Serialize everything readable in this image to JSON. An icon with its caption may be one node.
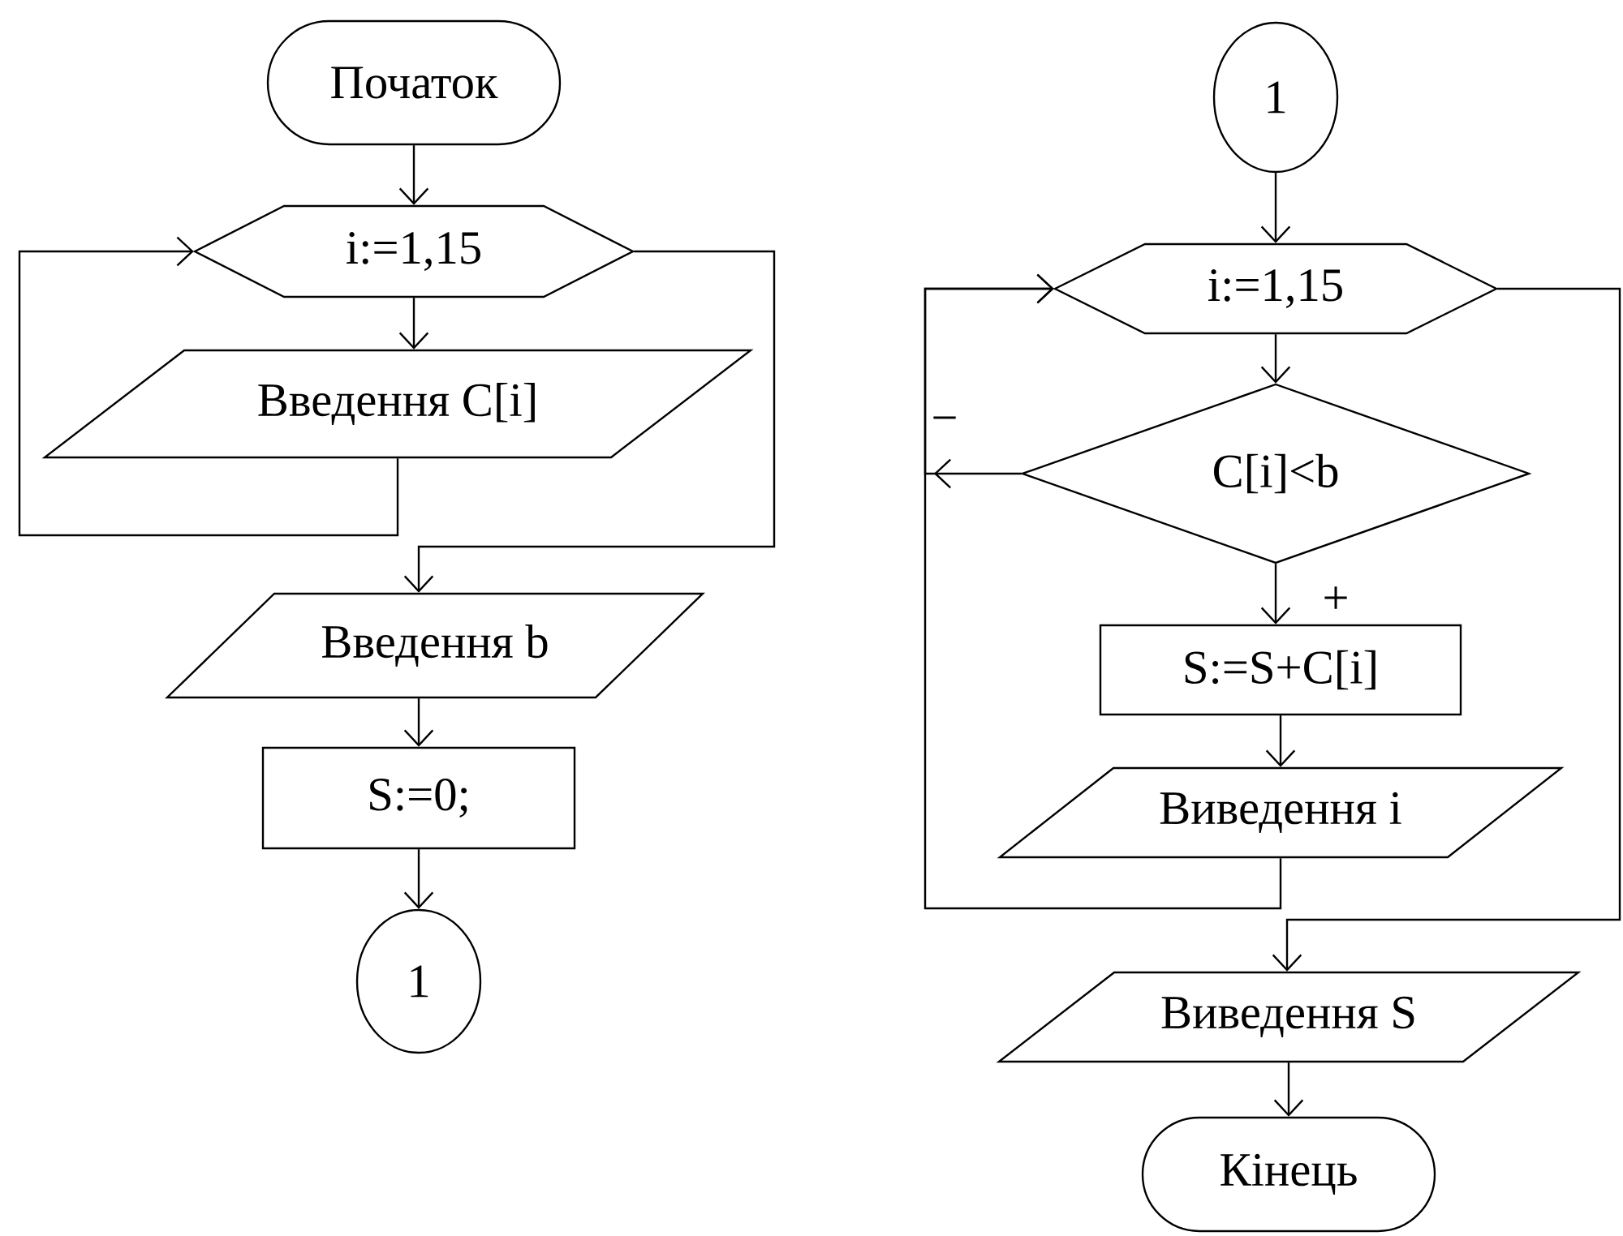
{
  "diagram": {
    "nodes": [
      {
        "text": [
          "Початок"
        ]
      },
      {
        "text": [
          "i:=1,15"
        ]
      },
      {
        "text": [
          "Введення C[i]"
        ]
      },
      {
        "text": [
          "Введення b"
        ]
      },
      {
        "text": [
          "S:=0;"
        ]
      },
      {
        "text": [
          "1"
        ]
      },
      {
        "text": [
          "1"
        ]
      },
      {
        "text": [
          "i:=1,15"
        ]
      },
      {
        "text": [
          "C[i]<b"
        ]
      },
      {
        "text": [
          "S:=S+C[i]"
        ]
      },
      {
        "text": [
          "Виведення i"
        ]
      },
      {
        "text": [
          "Виведення S"
        ]
      },
      {
        "text": [
          "Кінець"
        ]
      }
    ],
    "edges": [
      {
        "from": 0,
        "to": 1,
        "arrow": "to"
      },
      {
        "from": 1,
        "to": 2,
        "arrow": "to"
      },
      {
        "from": 2,
        "to": 1,
        "arrow": "to"
      },
      {
        "from": 1,
        "to": 3,
        "arrow": "to"
      },
      {
        "from": 3,
        "to": 4,
        "arrow": "to"
      },
      {
        "from": 4,
        "to": 5,
        "arrow": "to"
      },
      {
        "from": 6,
        "to": 7,
        "arrow": "to"
      },
      {
        "from": 7,
        "to": 8,
        "arrow": "to"
      },
      {
        "from": 8,
        "to": 9,
        "arrow": "to",
        "label": "+"
      },
      {
        "from": 8,
        "to": 7,
        "arrow": "to",
        "label": "−"
      },
      {
        "from": 9,
        "to": 10,
        "arrow": "to"
      },
      {
        "from": 10,
        "to": 7,
        "arrow": "to"
      },
      {
        "from": 7,
        "to": 11,
        "arrow": "to"
      },
      {
        "from": 11,
        "to": 12,
        "arrow": "to"
      }
    ]
  }
}
